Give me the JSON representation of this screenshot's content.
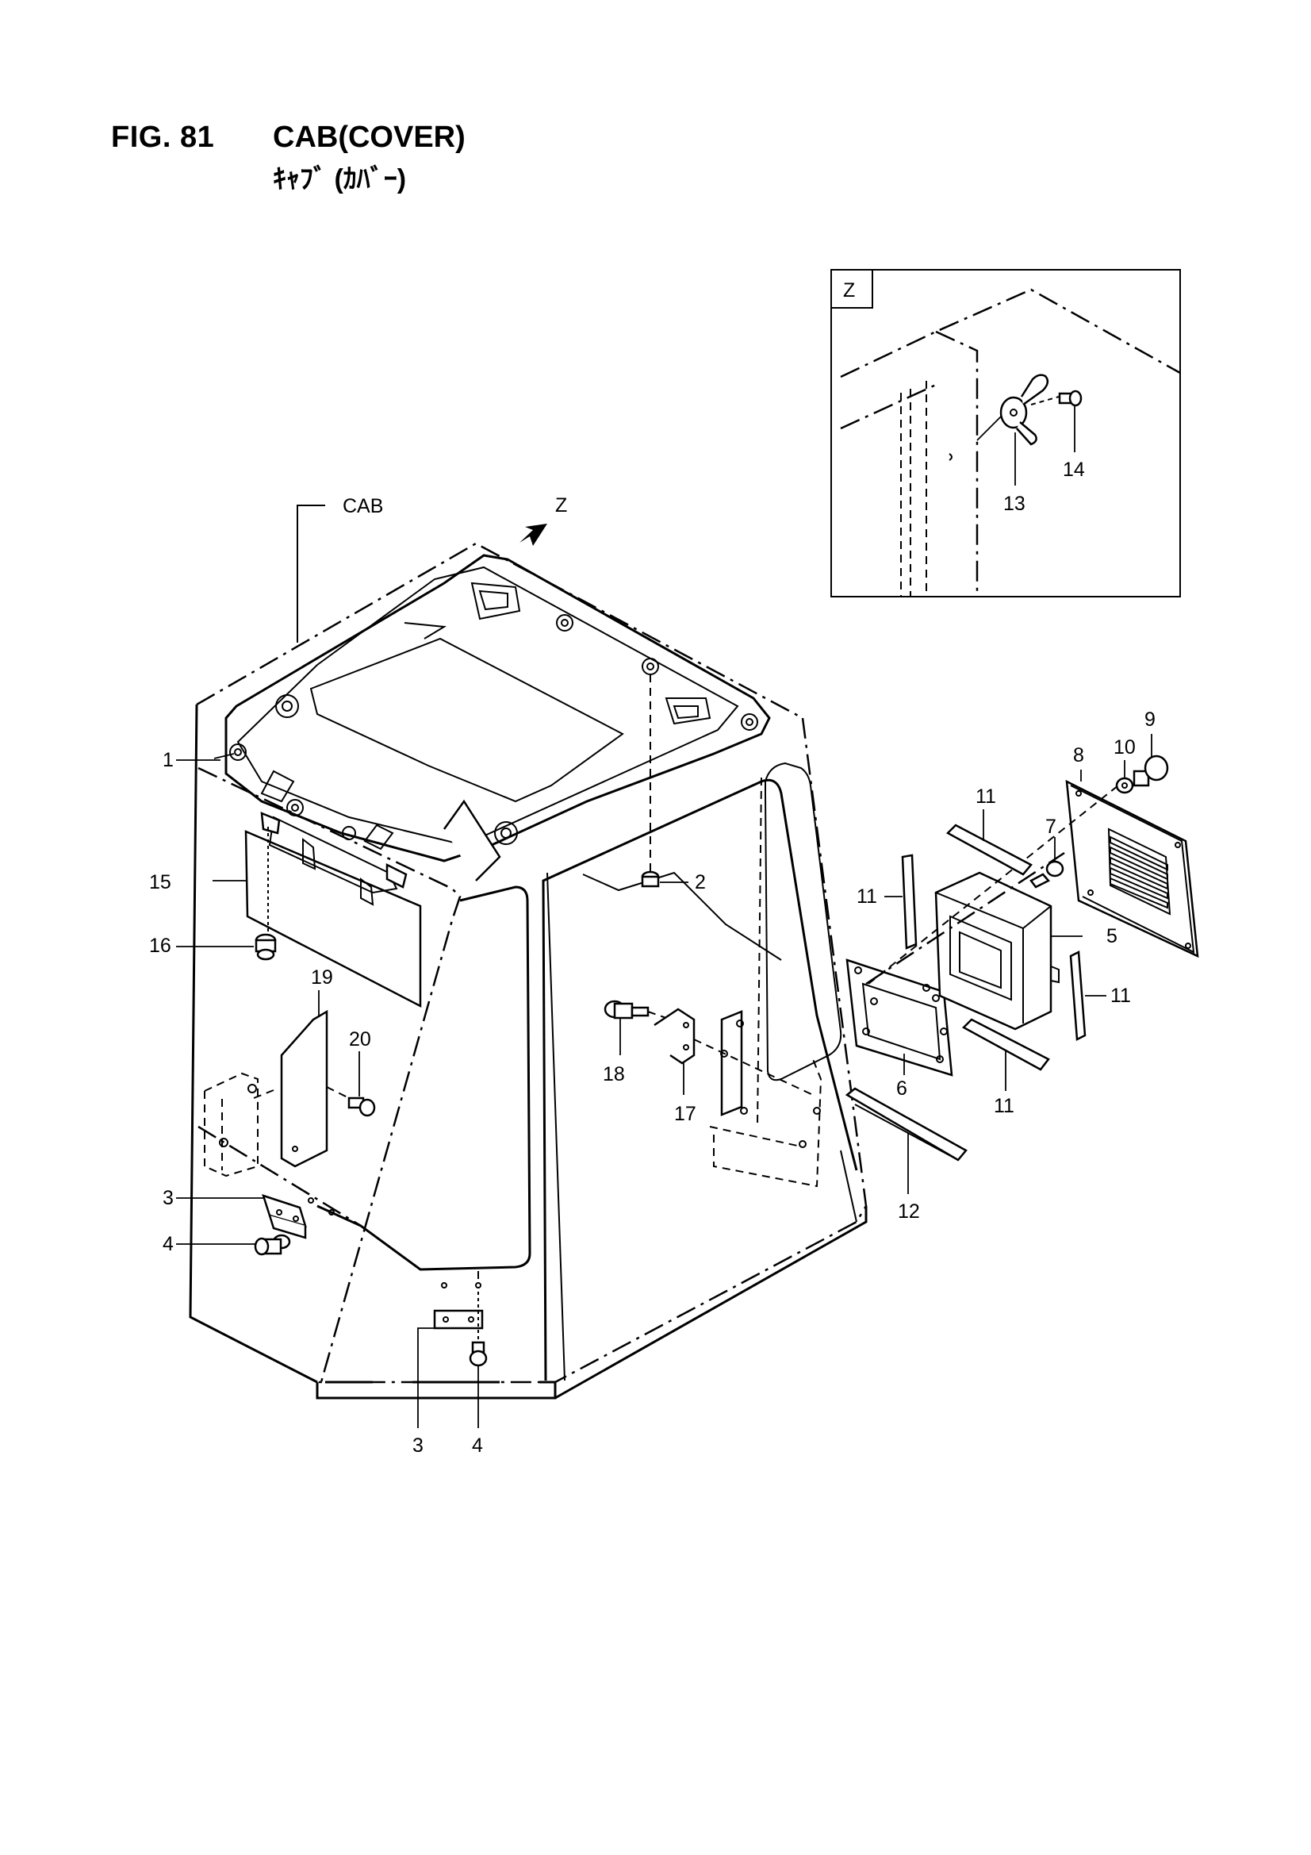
{
  "header": {
    "fig_number": "FIG. 81",
    "title": "CAB(COVER)",
    "subtitle": "ｷｬﾌﾞ (ｶﾊﾞｰ)"
  },
  "diagram": {
    "cab_label": "CAB",
    "view_arrow_label": "Z",
    "detail_view_label": "Z",
    "callouts": [
      "1",
      "2",
      "3",
      "4",
      "5",
      "6",
      "7",
      "8",
      "9",
      "10",
      "11",
      "12",
      "13",
      "14",
      "15",
      "16",
      "17",
      "18",
      "19",
      "20",
      "3",
      "4",
      "11",
      "11",
      "11"
    ]
  }
}
